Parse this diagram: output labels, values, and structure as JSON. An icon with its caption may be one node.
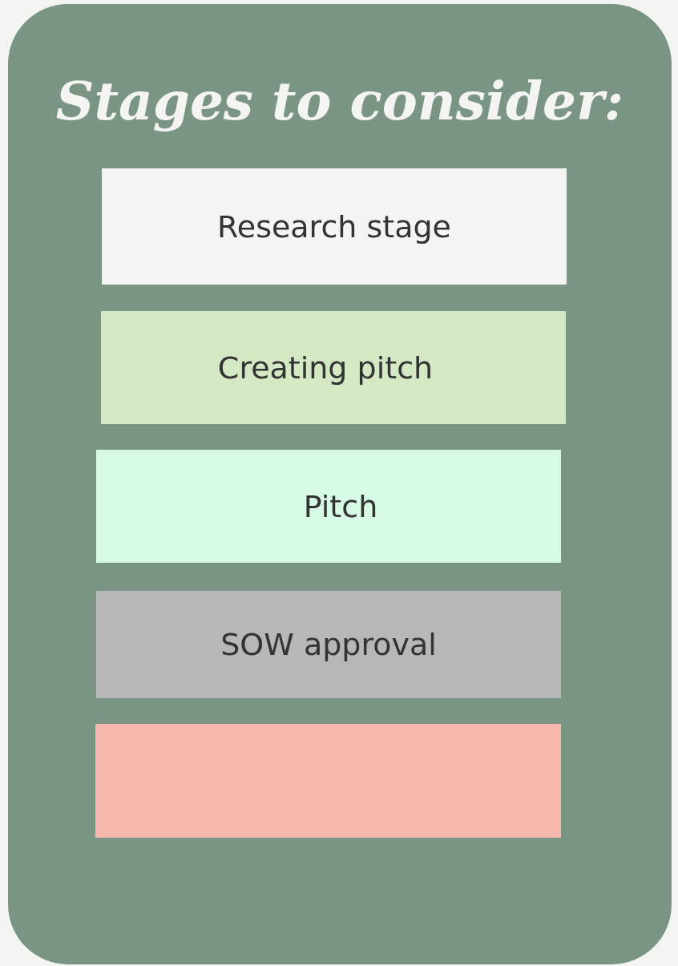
{
  "diagram": {
    "nodes": [
      {
        "text": [
          "Stages to consider:"
        ]
      },
      {
        "text": [
          "Research stage"
        ],
        "in": 0
      },
      {
        "text": [
          "Creating pitch"
        ],
        "in": 0
      },
      {
        "text": [
          "Pitch"
        ],
        "in": 0
      },
      {
        "text": [
          "SOW approval"
        ],
        "in": 0
      },
      {
        "text": [],
        "shape": "box",
        "in": 0
      }
    ]
  }
}
